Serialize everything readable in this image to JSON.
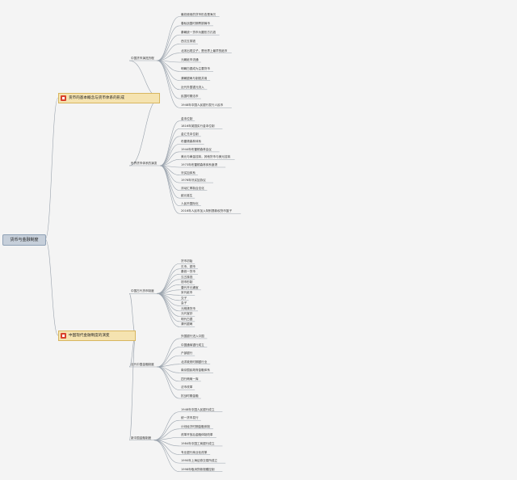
{
  "root": {
    "label": "货币与金融制度"
  },
  "branches": [
    {
      "label": "货币的基本概念与货币体系的形成",
      "children": [
        {
          "label": "中国货币演进历程",
          "items": [
            "最初使用的货币形态是海贝",
            "春秋战国时期青铜铸币",
            "秦朝统一货币为圆形方孔钱",
            "西汉五铢钱",
            "北宋出现交子，是世界上最早的纸币",
            "元朝纸币流通",
            "明朝白银成为主要货币",
            "清朝银两与制钱并用",
            "近代外国银元流入",
            "民国时期法币",
            "1948年中国人民银行发行人民币"
          ]
        },
        {
          "label": "世界货币体系的演变",
          "items": [
            "金本位制",
            "1816年英国实行金本位制",
            "金汇兑本位制",
            "布雷顿森林体系",
            "1944年布雷顿森林会议",
            "美元与黄金挂钩，其他货币与美元挂钩",
            "1973年布雷顿森林体系崩溃",
            "牙买加体系",
            "1976年牙买加协议",
            "浮动汇率制合法化",
            "欧元诞生",
            "人民币国际化",
            "2016年人民币加入特别提款权货币篮子"
          ]
        }
      ]
    },
    {
      "label": "中国现代金融制度的演变",
      "children": [
        {
          "label": "中国古代货币制度",
          "items": [
            "货币初始",
            "贝币、铜币",
            "秦统一货币",
            "汉五铢钱",
            "钱币形制",
            "唐代开元通宝",
            "宋代纸币",
            "交子",
            "会子",
            "元明清货币",
            "元代宝钞",
            "明代白银",
            "清代银两"
          ]
        },
        {
          "label": "近代中国金融制度",
          "items": [
            "外国银行进入中国",
            "中国通商银行成立",
            "户部银行",
            "北洋政府时期银行业",
            "南京国民政府金融体系",
            "四行两局一库",
            "法币改革",
            "抗战时期金融"
          ]
        },
        {
          "label": "新中国金融制度",
          "items": [
            "1948年中国人民银行成立",
            "统一货币发行",
            "计划经济时期金融体制",
            "改革开放后金融体制改革",
            "1984年中国工商银行成立",
            "专业银行商业化改革",
            "1990年上海证券交易所成立",
            "1998年取消贷款规模控制"
          ]
        }
      ]
    }
  ]
}
